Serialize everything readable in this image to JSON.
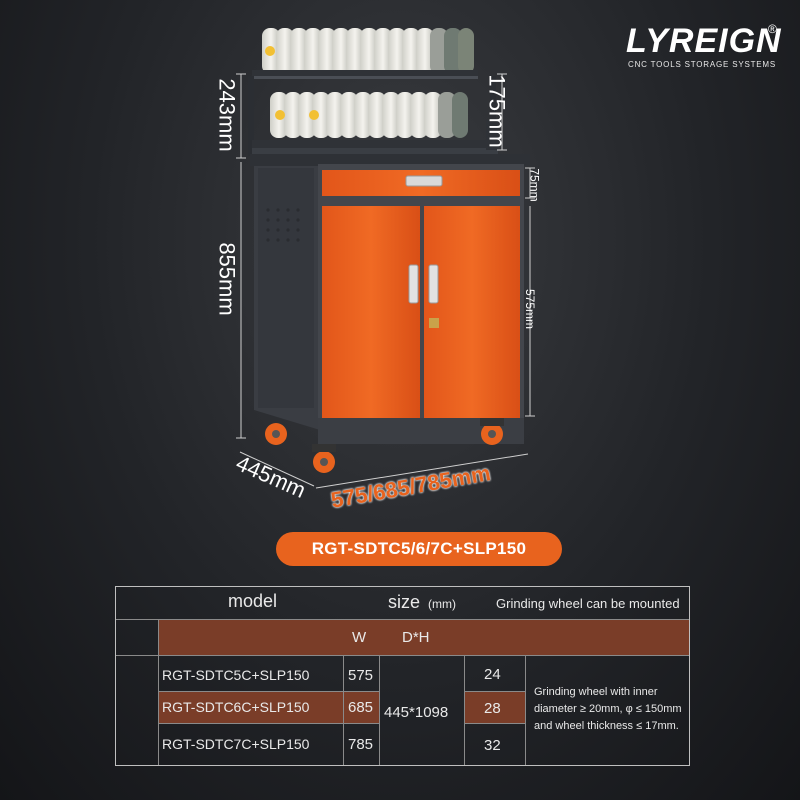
{
  "brand": {
    "name": "LYREIGN",
    "registered": "®",
    "tagline": "CNC TOOLS STORAGE SYSTEMS"
  },
  "dimensions": {
    "shelf_height": "243mm",
    "shelf_tier": "175mm",
    "drawer": "75mm",
    "door": "575mm",
    "cabinet_height": "855mm",
    "depth": "445mm",
    "width": "575/685/785mm"
  },
  "model_tag": "RGT-SDTC5/6/7C+SLP150",
  "table": {
    "header_model": "model",
    "header_size": "size",
    "header_size_unit": "(mm)",
    "header_wheel": "Grinding wheel can be mounted",
    "sub_w": "W",
    "sub_dh": "D*H",
    "dh_value": "445*1098",
    "rows": [
      {
        "model": "RGT-SDTC5C+SLP150",
        "w": "575",
        "count": "24"
      },
      {
        "model": "RGT-SDTC6C+SLP150",
        "w": "685",
        "count": "28"
      },
      {
        "model": "RGT-SDTC7C+SLP150",
        "w": "785",
        "count": "32"
      }
    ],
    "note_line1": "Grinding wheel with inner",
    "note_line2": "diameter ≥ 20mm, φ ≤ 150mm",
    "note_line3": "and wheel thickness ≤ 17mm."
  },
  "colors": {
    "accent": "#e8631e",
    "cabinet": "#3b3e44",
    "table_highlight": "#7a3d28"
  }
}
